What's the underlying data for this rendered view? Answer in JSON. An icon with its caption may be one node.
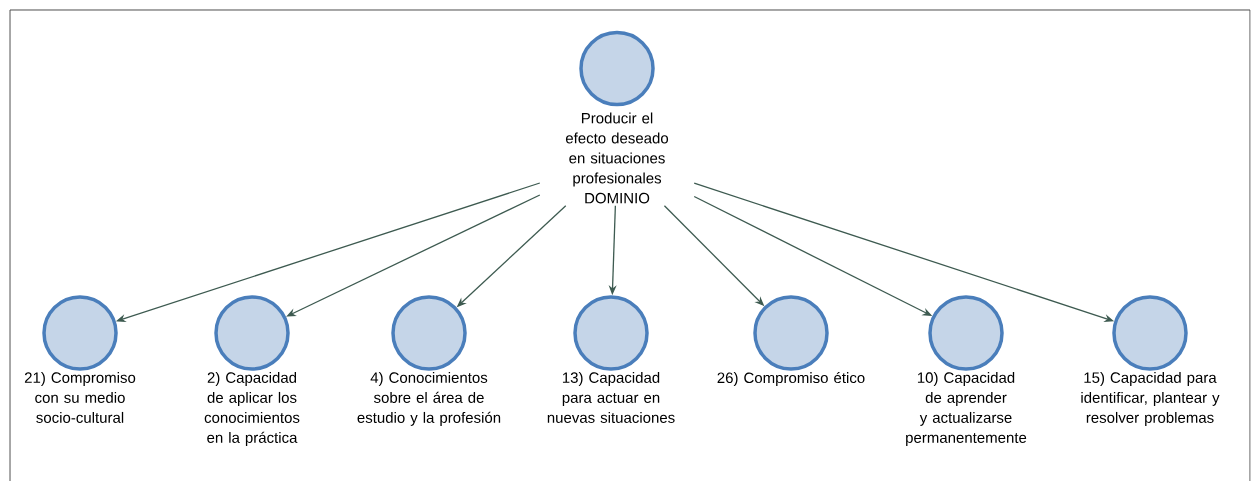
{
  "diagram": {
    "nodes": [
      {
        "text": [
          "Producir el efecto deseado en situaciones profesionales DOMINIO"
        ]
      },
      {
        "text": [
          "21) Compromiso con su medio socio-cultural"
        ]
      },
      {
        "text": [
          "2) Capacidad de aplicar los conocimientos en la práctica"
        ]
      },
      {
        "text": [
          "4) Conocimientos sobre el área de estudio y la profesión"
        ]
      },
      {
        "text": [
          "13) Capacidad para actuar en nuevas situaciones"
        ]
      },
      {
        "text": [
          "26) Compromiso ético"
        ]
      },
      {
        "text": [
          "10) Capacidad de aprender y actualizarse permanentemente"
        ]
      },
      {
        "text": [
          "15) Capacidad para identificar, plantear y resolver problemas"
        ]
      }
    ],
    "edges": [
      {
        "from": 0,
        "to": 1,
        "arrow": "to"
      },
      {
        "from": 0,
        "to": 2,
        "arrow": "to"
      },
      {
        "from": 0,
        "to": 3,
        "arrow": "to"
      },
      {
        "from": 0,
        "to": 4,
        "arrow": "to"
      },
      {
        "from": 0,
        "to": 5,
        "arrow": "to"
      },
      {
        "from": 0,
        "to": 6,
        "arrow": "to"
      },
      {
        "from": 0,
        "to": 7,
        "arrow": "to"
      }
    ]
  }
}
